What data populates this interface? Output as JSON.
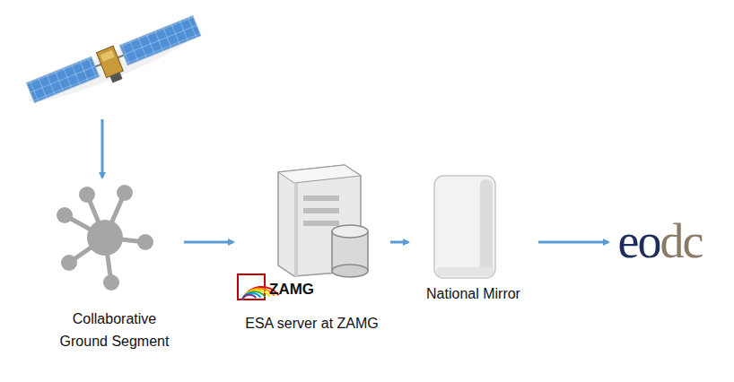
{
  "diagram": {
    "nodes": [
      {
        "text": [
          "Collaborative Ground Segment"
        ]
      },
      {
        "text": [
          "ZAMG",
          "ESA server at ZAMG"
        ]
      },
      {
        "text": [
          "National Mirror"
        ]
      },
      {
        "text": [
          "eodc"
        ]
      }
    ],
    "edges": [
      {
        "from": 0,
        "to": 1,
        "arrow": "to"
      },
      {
        "from": 1,
        "to": 2,
        "arrow": "to"
      },
      {
        "from": 2,
        "to": 3,
        "arrow": "to"
      }
    ]
  }
}
